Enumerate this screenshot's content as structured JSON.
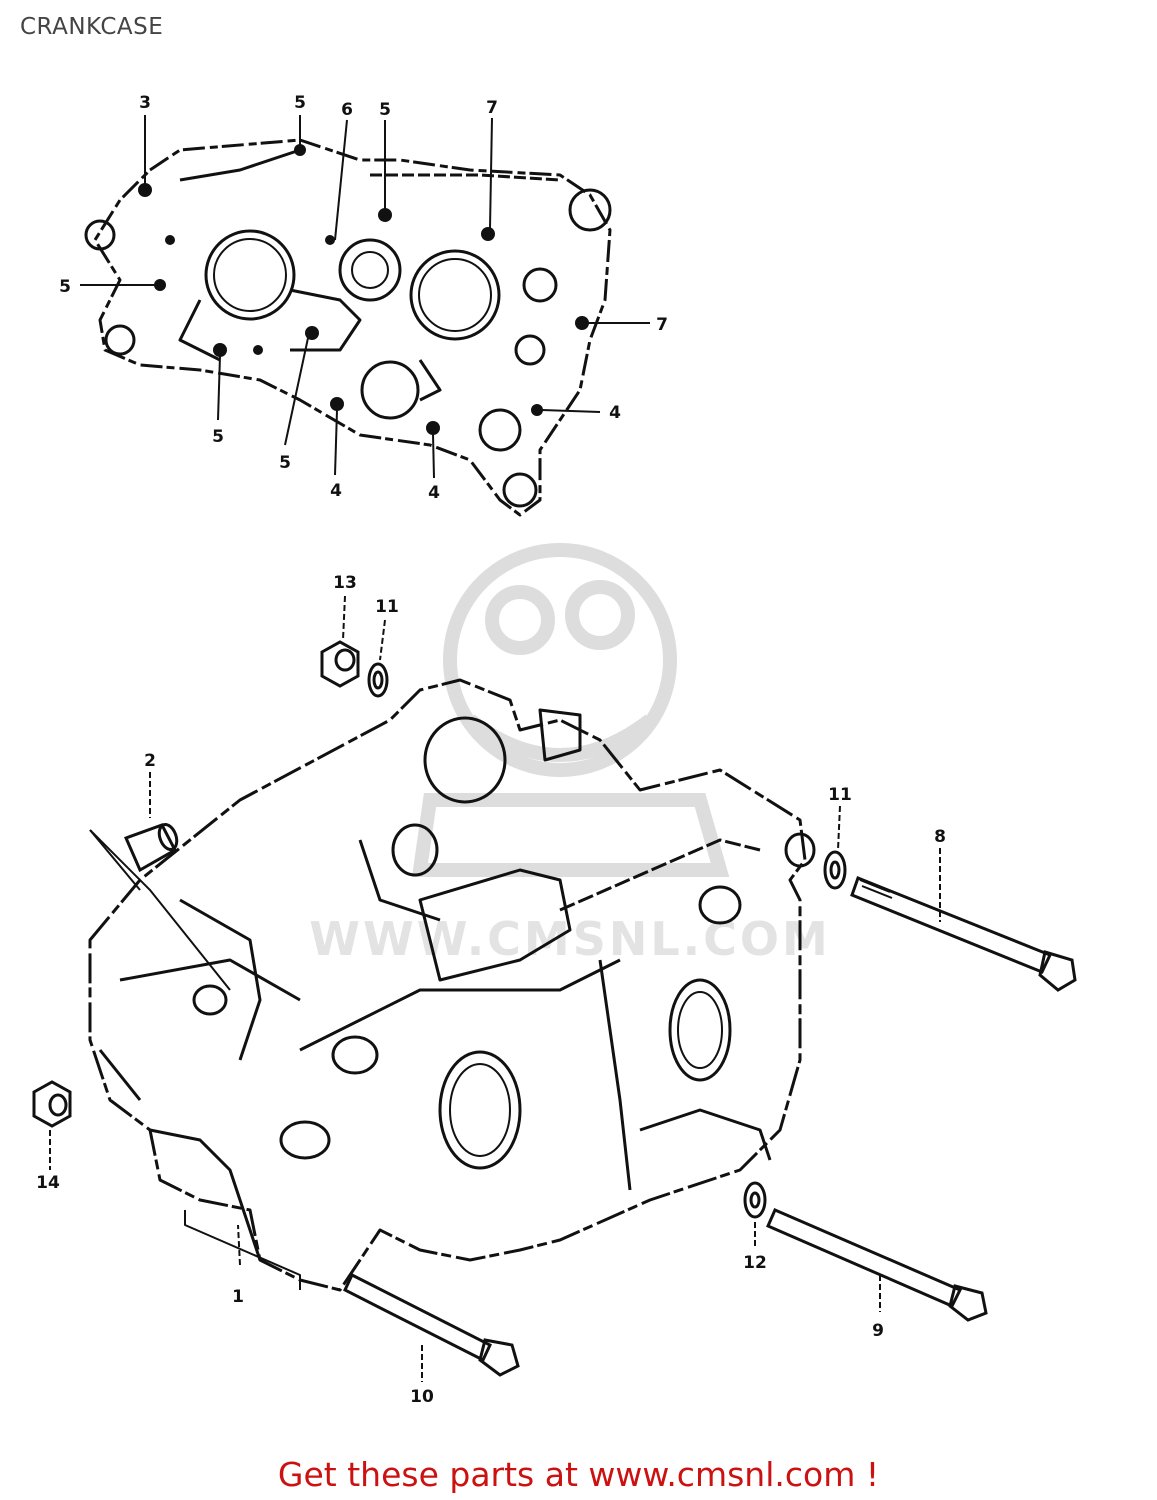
{
  "page": {
    "title": "CRANKCASE",
    "footer_text": "Get these parts at www.cmsnl.com !",
    "accent_color": "#cc1111"
  },
  "watermark": {
    "text": "WWW.CMSNL.COM",
    "color": "#dddddd"
  },
  "callouts": {
    "upper_3": "3",
    "upper_5a": "5",
    "upper_6": "6",
    "upper_5b": "5",
    "upper_7a": "7",
    "upper_5c": "5",
    "upper_7b": "7",
    "upper_4a": "4",
    "upper_5d": "5",
    "upper_5e": "5",
    "upper_4b": "4",
    "upper_4c": "4",
    "lower_13": "13",
    "lower_11a": "11",
    "lower_2": "2",
    "lower_11b": "11",
    "lower_8": "8",
    "lower_14": "14",
    "lower_1": "1",
    "lower_12": "12",
    "lower_9": "9",
    "lower_10": "10"
  }
}
